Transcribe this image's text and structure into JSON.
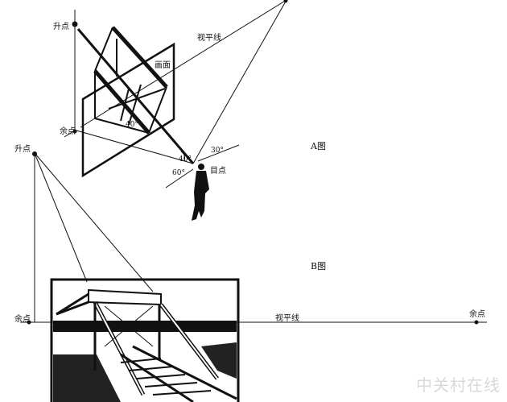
{
  "figure_a": {
    "caption": "A图",
    "rise_point": "升点",
    "horizon_line": "视平线",
    "picture_plane": "画面",
    "vanishing_point": "余点",
    "eye_point": "目点",
    "angle_inner": "40°",
    "angle_eye": "40°",
    "angle_right": "30°",
    "angle_left": "60°"
  },
  "figure_b": {
    "caption": "B图",
    "rise_point": "升点",
    "vanishing_point_left": "余点",
    "vanishing_point_right": "余点",
    "horizon_line": "视平线"
  },
  "watermark": "中关村在线",
  "colors": {
    "ink": "#111111",
    "watermark": "#d9d9d9"
  }
}
